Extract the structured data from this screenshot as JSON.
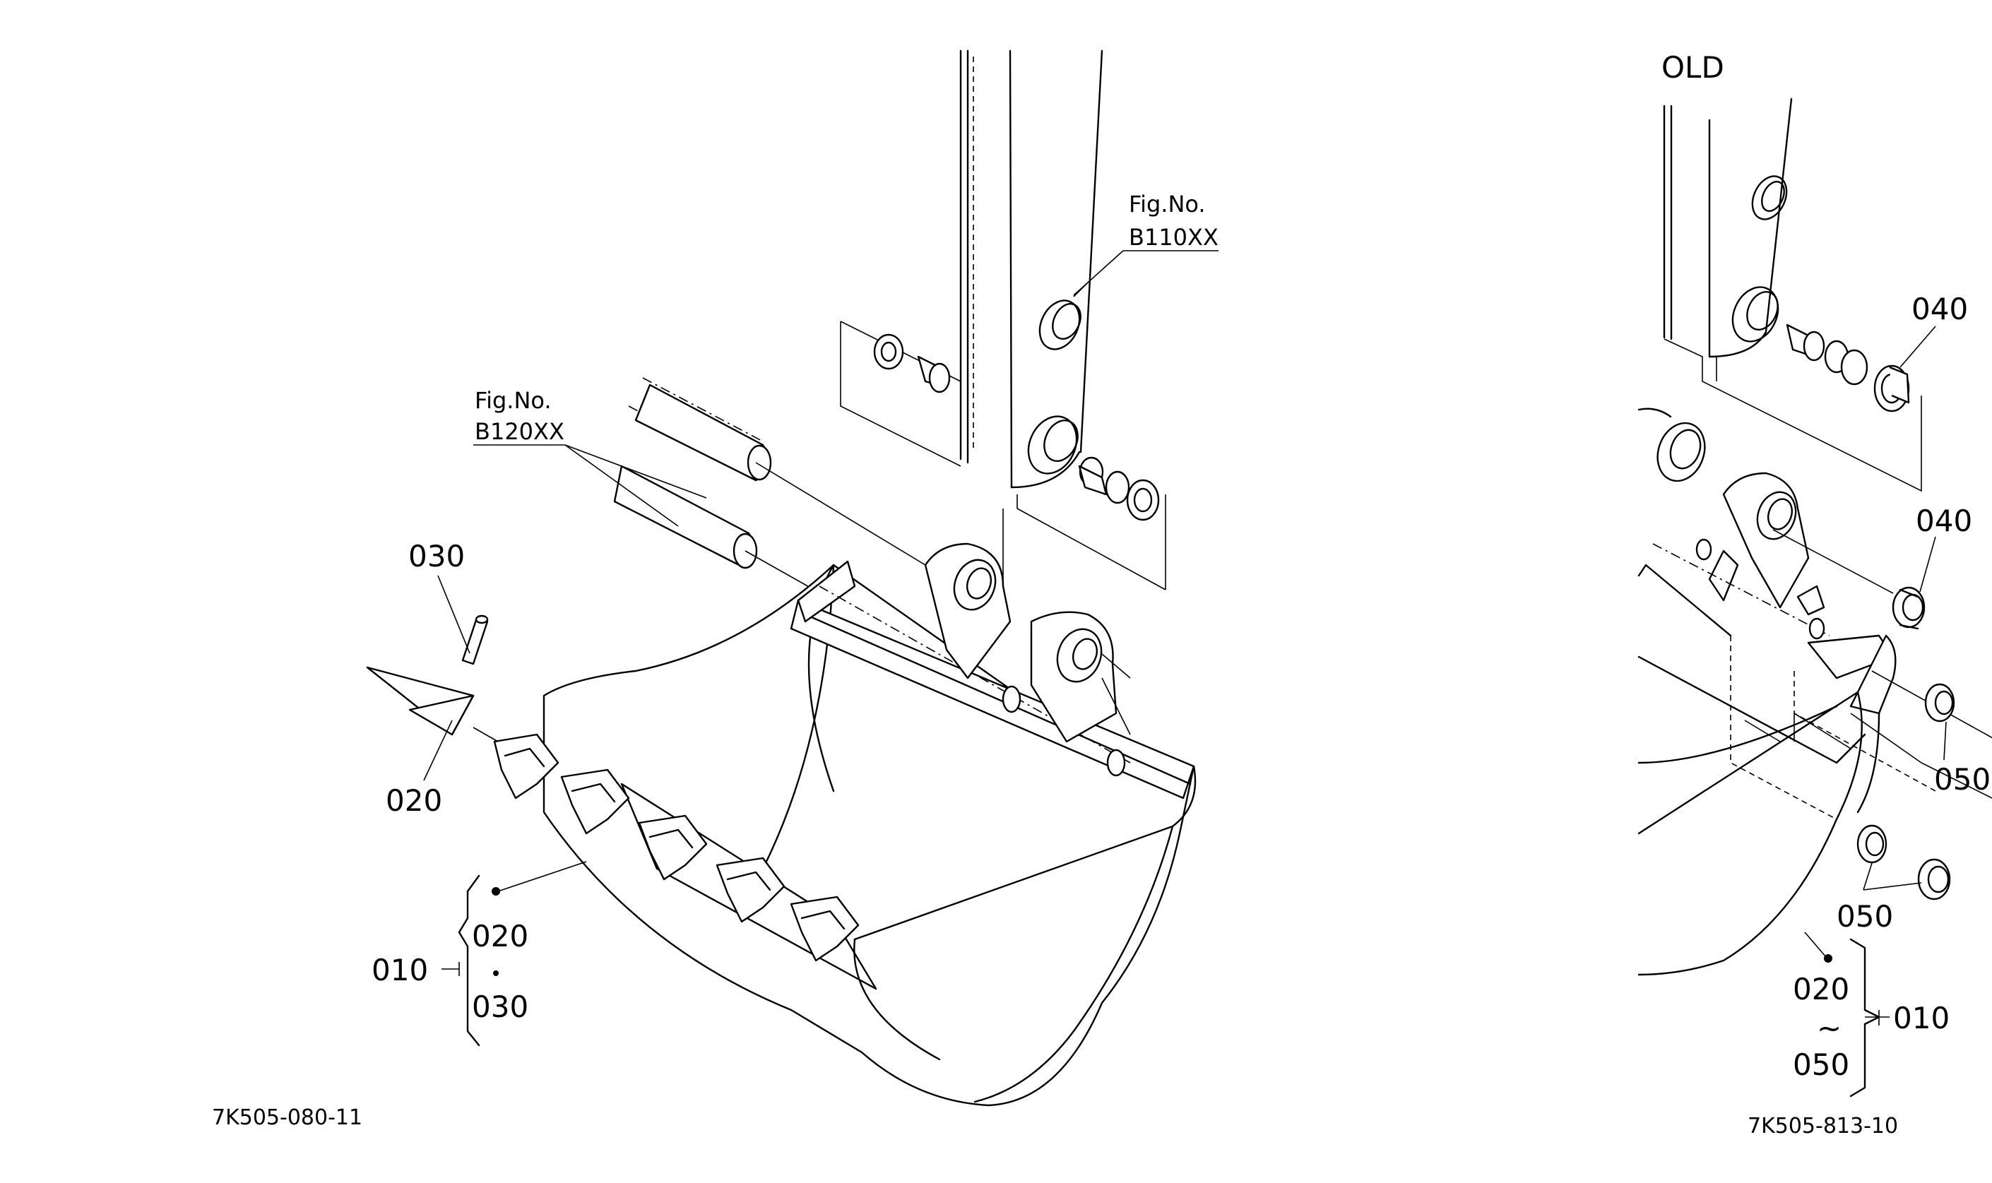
{
  "diagrams": {
    "left": {
      "fig_ref_upper": {
        "line1": "Fig.No.",
        "line2": "B110XX"
      },
      "fig_ref_lower": {
        "line1": "Fig.No.",
        "line2": "B120XX"
      },
      "callouts": {
        "pin": "030",
        "tooth": "020",
        "group_main": "010",
        "group_item_a": "020",
        "group_item_b": "030"
      },
      "drawing_code": "7K505-080-11"
    },
    "right": {
      "title": "OLD",
      "callouts": {
        "bushing_upper": "040",
        "bushing_lower": "040",
        "shim_right": "050",
        "shim_bottom": "050",
        "group_main": "010",
        "group_item_a": "020",
        "group_range_mark": "~",
        "group_item_b": "050"
      },
      "drawing_code": "7K505-813-10"
    }
  }
}
